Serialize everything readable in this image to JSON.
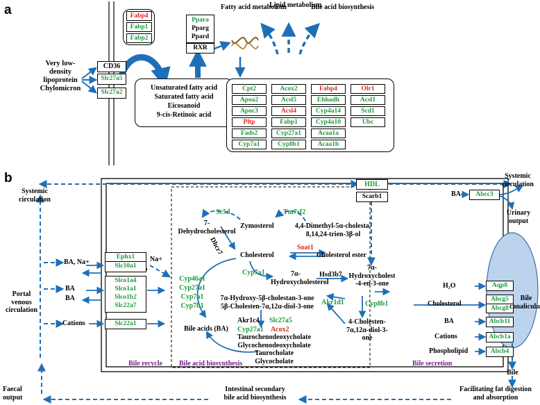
{
  "panel_a": {
    "label": "a",
    "lipoproteins": [
      "Very low-",
      "density",
      "lipoprotein",
      "Chylomicron"
    ],
    "cd36": "CD36",
    "slc27a5": "Slc27a5",
    "slc27a2": "Slc27a2",
    "fabp_box": [
      "Fabp4",
      "Fabp1",
      "Fabp2"
    ],
    "ppar_box": [
      "Ppara",
      "Pparg",
      "Ppard"
    ],
    "rxr": "RXR",
    "ligands": [
      "Unsaturated fatty acid",
      "Saturated fatty acid",
      "Eicosanoid",
      "9-cis-Retinoic acid"
    ],
    "outputs": [
      "Fatty acid metabolism",
      "Lipid metabolism",
      "Bile acid biosynthesis"
    ],
    "genes": [
      [
        "Cpt2",
        "Acox2",
        "Fabp4",
        "Olr1"
      ],
      [
        "Apoa2",
        "Acsl5",
        "Ehhadh",
        "Acsl1"
      ],
      [
        "Apoc3",
        "Acsl4",
        "Cyp4a14",
        "Scd1"
      ],
      [
        "Pltp",
        "Fabp1",
        "Cyp4a10",
        "Ubc"
      ],
      [
        "Fads2",
        "Cyp27a1",
        "Acaa1a",
        ""
      ],
      [
        "Cyp7a1",
        "Cyp8b1",
        "Acaa1b",
        ""
      ]
    ]
  },
  "panel_b": {
    "label": "b",
    "systemic_left": [
      "Systemic",
      "circulation"
    ],
    "systemic_right": [
      "Systemic",
      "circulation"
    ],
    "hdl": "HDL",
    "scarb1": "Scarb1",
    "portal": [
      "Portal",
      "venous",
      "circulation"
    ],
    "faecal": [
      "Faecal",
      "output"
    ],
    "intestinal": [
      "Intestinal secondary",
      "bile acid biosynthesis"
    ],
    "facilitating": [
      "Facilitating fat digestion",
      "and absorption"
    ],
    "bile": "Bile",
    "urinary": [
      "Urinary",
      "output"
    ],
    "ba_na": "BA, Na+",
    "na_plus": "Na+",
    "ba": "BA",
    "ephx1_box": [
      "Ephx1",
      "Slc10a1"
    ],
    "slco_box": [
      "Slco1a4",
      "Slco1a1",
      "Slco1b2",
      "Slc22a7"
    ],
    "cations": "Cations",
    "slc22a1": "Slc22a1",
    "bile_recycle": "Bile recycle",
    "bile_acid_biosynthesis": "Bile acid biosynthesis",
    "bile_secretion": "Bile secretion",
    "sc5d": "Sc5d",
    "tm7sf2": "Tm7sf2",
    "dehydro": [
      "7-",
      "Dehydrocholesterol"
    ],
    "zymosterol": "Zymosterol",
    "dimethyl": [
      "4,4-Dimethyl-5α-cholesta-",
      "8,14,24-trien-3β-ol"
    ],
    "dhcr7": "Dhcr7",
    "cholesterol": "Cholesterol",
    "soat1": "Soat1",
    "chol_ester": "Cholesterol ester",
    "cyp7a1": "Cyp7a1",
    "hydroxychol": [
      "7α-",
      "Hydroxycholesterol"
    ],
    "hsd3b7": "Hsd3b7",
    "hydroxycholest_one": [
      "7α-",
      "Hydroxycholest",
      "-4-en-3-one"
    ],
    "cyp_list": [
      "Cyp46a1",
      "Cyp27a1",
      "Cyp7a1",
      "Cyp7b1"
    ],
    "diol": [
      "7α-Hydroxy-5β-cholestan-3-one",
      "5β-Cholesten-7α,12α-diol-3-one"
    ],
    "akr1d1": "Akr1d1",
    "cyp8b1": "Cyp8b1",
    "cholesten_diol": [
      "4-Cholesten-",
      "7α,12α-diol-3-",
      "one"
    ],
    "bile_acids": "Bile acids (BA)",
    "akr1c4": "Akr1c4",
    "cyp27a1": "Cyp27a1",
    "slc27a5": "Slc27a5",
    "acox2": "Acox2",
    "conjugates": [
      "Taurochenodeoxycholate",
      "Glycochenodeoxycholate",
      "Taurocholate",
      "Glycocholate"
    ],
    "abcc3": "Abcc3",
    "h2o": "H₂O",
    "aqp8": "Aqp8",
    "cholesterol_r": "Cholesterol",
    "abcg_box": [
      "Abcg5",
      "Abcg8"
    ],
    "ba_r": "BA",
    "abcb11": "Abcb11",
    "cations_r": "Cations",
    "abcb1a": "Abcb1a",
    "phospholipid": "Phospholipid",
    "abcb4": "Abcb4",
    "canaliculus": [
      "Bile",
      "canaliculus"
    ]
  },
  "colors": {
    "arrow": "#1f6fb8",
    "green": "#1a9a3c",
    "red": "#e0251b",
    "purple": "#7b1e8c",
    "canaliculus": "#bcd3ee"
  },
  "gene_colors": {
    "Fabp4": "red",
    "Olr1": "red",
    "Acsl4": "red",
    "Pltp": "red",
    "Soat1": "red",
    "Acox2_b": "red"
  }
}
